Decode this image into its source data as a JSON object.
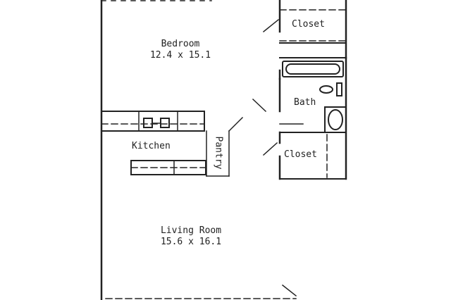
{
  "rooms": {
    "bedroom": {
      "name": "Bedroom",
      "size": "12.4 x 15.1"
    },
    "living_room": {
      "name": "Living Room",
      "size": "15.6 x 16.1"
    },
    "kitchen": {
      "name": "Kitchen"
    },
    "pantry": {
      "name": "Pantry"
    },
    "bath": {
      "name": "Bath"
    },
    "closet_upper": {
      "name": "Closet"
    },
    "closet_lower": {
      "name": "Closet"
    }
  },
  "colors": {
    "line": "#222222",
    "background": "#ffffff"
  }
}
